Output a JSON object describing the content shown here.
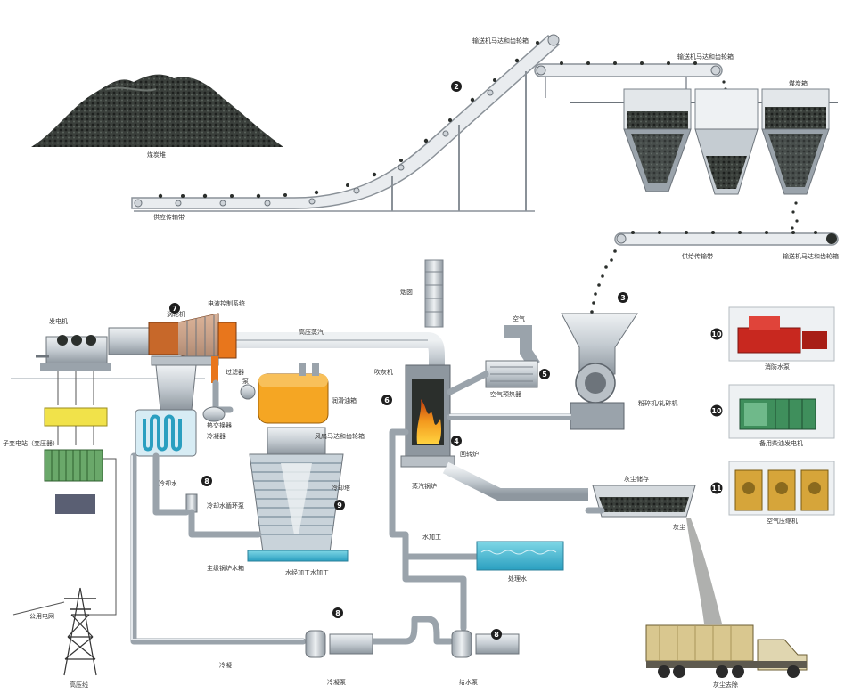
{
  "labels": {
    "coal_pile": "煤炭堆",
    "feed_belt": "供应传输带",
    "conveyor_motor_top_left": "输送机马达和齿轮箱",
    "conveyor_motor_top_right": "输送机马达和齿轮箱",
    "coal_bin": "煤炭箱",
    "feed_belt_right": "供给传输带",
    "conveyor_motor_right": "输送机马达和齿轮箱",
    "chimney": "烟囱",
    "air": "空气",
    "air_preheater": "空气预热器",
    "crusher": "粉碎机/轧碎机",
    "high_pressure_steam": "高压蒸汽",
    "hydraulic_control": "电液控制系统",
    "turbine": "涡轮机",
    "generator": "发电机",
    "transformer": "子变电站（变压器）",
    "filter": "过滤器",
    "pump_small": "泵",
    "heat_exchanger": "热交换器",
    "lube_tank": "润滑油箱",
    "dust_collector": "吹灰机",
    "condenser": "冷凝器",
    "fan_motor": "风扇马达和齿轮箱",
    "cooling_tower": "冷却塔",
    "cooling_water": "冷却水",
    "cooling_pump": "冷却水循环泵",
    "main_boiler_water": "主级锅炉水箱",
    "water_treatment": "水经加工水加工",
    "boiler": "蒸汽锅炉",
    "reheater": "回转炉",
    "water_process": "水加工",
    "processed_water": "处理水",
    "ash_storage": "灰尘储存",
    "ash": "灰尘",
    "ash_removal": "灰尘去除",
    "condensate": "冷凝",
    "condensate_pump": "冷凝泵",
    "feed_pump": "给水泵",
    "public_grid": "公用电网",
    "hv_line": "高压线",
    "fire_pump": "消防水泵",
    "diesel_generator": "备用柴油发电机",
    "air_compressor": "空气压缩机"
  },
  "markers": {
    "m2": "2",
    "m3": "3",
    "m4": "4",
    "m5": "5",
    "m6": "6",
    "m7": "7",
    "m8a": "8",
    "m8b": "8",
    "m8c": "8",
    "m9": "9",
    "m10a": "10",
    "m10b": "10",
    "m11": "11"
  },
  "colors": {
    "coal": "#2b2f2c",
    "flame": "#f39a1e",
    "lube_oil": "#f5a623",
    "turbine_orange": "#e8761c",
    "water_blue": "#4fc3d9",
    "generator_green": "#6aa86a",
    "fire_pump_red": "#c8281f",
    "diesel_green": "#3f8f5c",
    "compressor_gold": "#d6a53a",
    "truck_yellow": "#d9c78f"
  },
  "icons": {
    "coal_pile": "coal-pile-icon",
    "truck": "dump-truck-icon",
    "pylon": "transmission-tower-icon",
    "flame": "flame-icon"
  }
}
